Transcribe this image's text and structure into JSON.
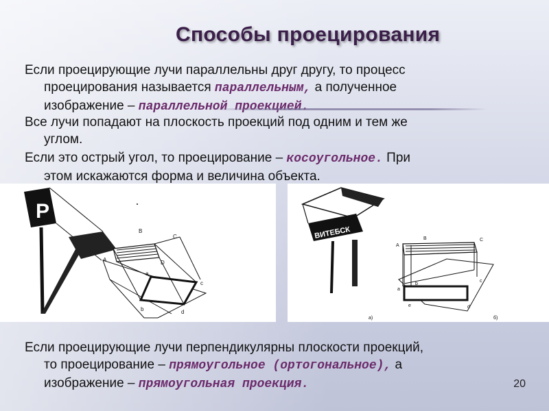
{
  "slide": {
    "title": "Способы проецирования",
    "page_number": "20"
  },
  "paragraph1": {
    "text_before": "Если проецирующие лучи параллельны друг другу, то процесс",
    "text_line2_before": "проецирования называется ",
    "term1": "параллельным,",
    "text_line2_after": " а полученное",
    "text_line3_before": "изображение – ",
    "term2": "параллельной проекцией."
  },
  "paragraph2": {
    "line1": "Все лучи попадают на плоскость проекций под одним и тем же",
    "line2": "углом."
  },
  "paragraph3": {
    "text_before": "Если это острый угол, то проецирование – ",
    "term": "косоугольное.",
    "text_after": " При",
    "line2": "этом искажаются форма и величина объекта."
  },
  "paragraph4": {
    "line1": "Если проецирующие лучи перпендикулярны плоскости проекций,",
    "line2_before": "то проецирование – ",
    "term1": "прямоугольное (ортогональное),",
    "line2_after": " а",
    "line3_before": "изображение – ",
    "term2": "прямоугольная проекция."
  },
  "figure_left": {
    "sign_letter": "P",
    "labels": [
      "A",
      "B",
      "C",
      "D",
      "a",
      "b",
      "c",
      "d"
    ]
  },
  "figure_right": {
    "sign_text": "ВИТЕБСК",
    "labels": [
      "A",
      "B",
      "C",
      "a",
      "b",
      "c",
      "d",
      "e",
      "a)",
      "б)"
    ]
  },
  "colors": {
    "title": "#3b1f4a",
    "emphasis": "#6b2a6b",
    "body_text": "#111111"
  }
}
